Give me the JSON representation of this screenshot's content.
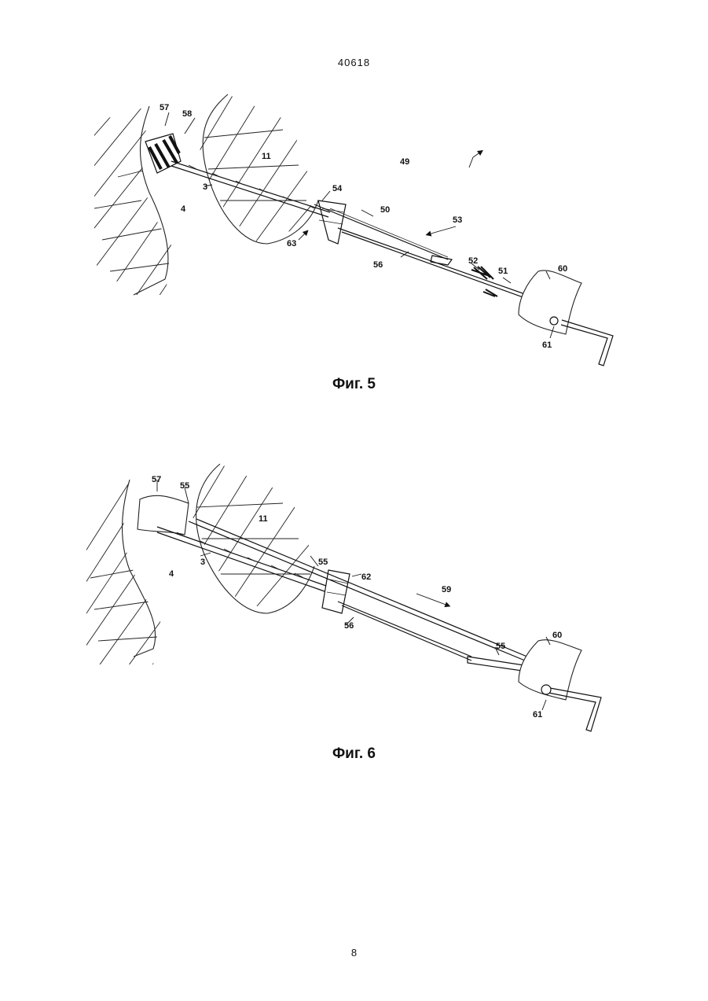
{
  "header": {
    "doc_number": "40618"
  },
  "footer": {
    "page_number": "8"
  },
  "figures": [
    {
      "caption": "Фиг. 5",
      "labels": {
        "l57": "57",
        "l58": "58",
        "l11": "11",
        "l49": "49",
        "l3": "3",
        "l54": "54",
        "l4": "4",
        "l50": "50",
        "l53": "53",
        "l63": "63",
        "l52": "52",
        "l56": "56",
        "l51": "51",
        "l60": "60",
        "l61": "61"
      }
    },
    {
      "caption": "Фиг. 6",
      "labels": {
        "l57": "57",
        "l55a": "55",
        "l11": "11",
        "l3": "3",
        "l55b": "55",
        "l62": "62",
        "l4": "4",
        "l59": "59",
        "l56": "56",
        "l55c": "55",
        "l60": "60",
        "l61": "61"
      }
    }
  ]
}
